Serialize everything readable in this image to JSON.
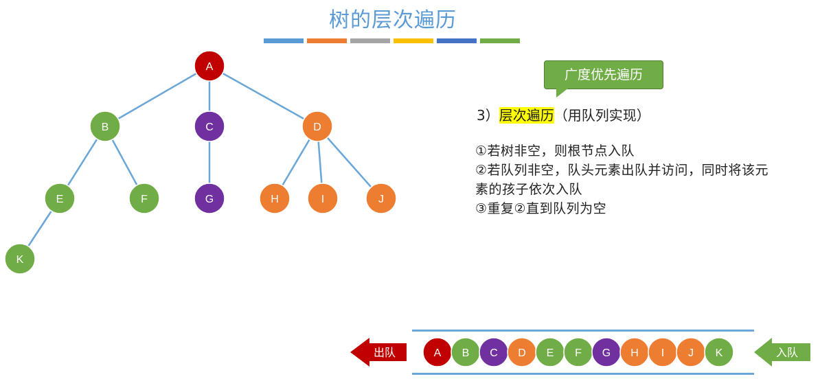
{
  "title": "树的层次遍历",
  "title_bar_colors": [
    "#5b9bd5",
    "#ed7d31",
    "#a5a5a5",
    "#ffc000",
    "#4472c4",
    "#70ad47"
  ],
  "tree": {
    "nodes": [
      {
        "id": "A",
        "label": "A",
        "color": "#c00000"
      },
      {
        "id": "B",
        "label": "B",
        "color": "#70ad47"
      },
      {
        "id": "C",
        "label": "C",
        "color": "#7030a0"
      },
      {
        "id": "D",
        "label": "D",
        "color": "#ed7d31"
      },
      {
        "id": "E",
        "label": "E",
        "color": "#70ad47"
      },
      {
        "id": "F",
        "label": "F",
        "color": "#70ad47"
      },
      {
        "id": "G",
        "label": "G",
        "color": "#7030a0"
      },
      {
        "id": "H",
        "label": "H",
        "color": "#ed7d31"
      },
      {
        "id": "I",
        "label": "I",
        "color": "#ed7d31"
      },
      {
        "id": "J",
        "label": "J",
        "color": "#ed7d31"
      },
      {
        "id": "K",
        "label": "K",
        "color": "#70ad47"
      }
    ],
    "edges": [
      [
        "A",
        "B"
      ],
      [
        "A",
        "C"
      ],
      [
        "A",
        "D"
      ],
      [
        "B",
        "E"
      ],
      [
        "B",
        "F"
      ],
      [
        "C",
        "G"
      ],
      [
        "D",
        "H"
      ],
      [
        "D",
        "I"
      ],
      [
        "D",
        "J"
      ],
      [
        "E",
        "K"
      ]
    ],
    "edge_color": "#6aa6d8"
  },
  "callout": {
    "text": "广度优先遍历",
    "color": "#70ad47"
  },
  "method": {
    "prefix": "3）",
    "highlight": "层次遍历",
    "suffix": "（用队列实现）"
  },
  "steps": [
    "①若树非空，则根节点入队",
    "②若队列非空，队头元素出队并访问，同时将该元素的孩子依次入队",
    "③重复②直到队列为空"
  ],
  "queue": {
    "items": [
      {
        "label": "A",
        "color": "#c00000"
      },
      {
        "label": "B",
        "color": "#70ad47"
      },
      {
        "label": "C",
        "color": "#7030a0"
      },
      {
        "label": "D",
        "color": "#ed7d31"
      },
      {
        "label": "E",
        "color": "#70ad47"
      },
      {
        "label": "F",
        "color": "#70ad47"
      },
      {
        "label": "G",
        "color": "#7030a0"
      },
      {
        "label": "H",
        "color": "#ed7d31"
      },
      {
        "label": "I",
        "color": "#ed7d31"
      },
      {
        "label": "J",
        "color": "#ed7d31"
      },
      {
        "label": "K",
        "color": "#70ad47"
      }
    ],
    "dequeue_label": "出队",
    "dequeue_color": "#c00000",
    "enqueue_label": "入队",
    "enqueue_color": "#70ad47"
  }
}
